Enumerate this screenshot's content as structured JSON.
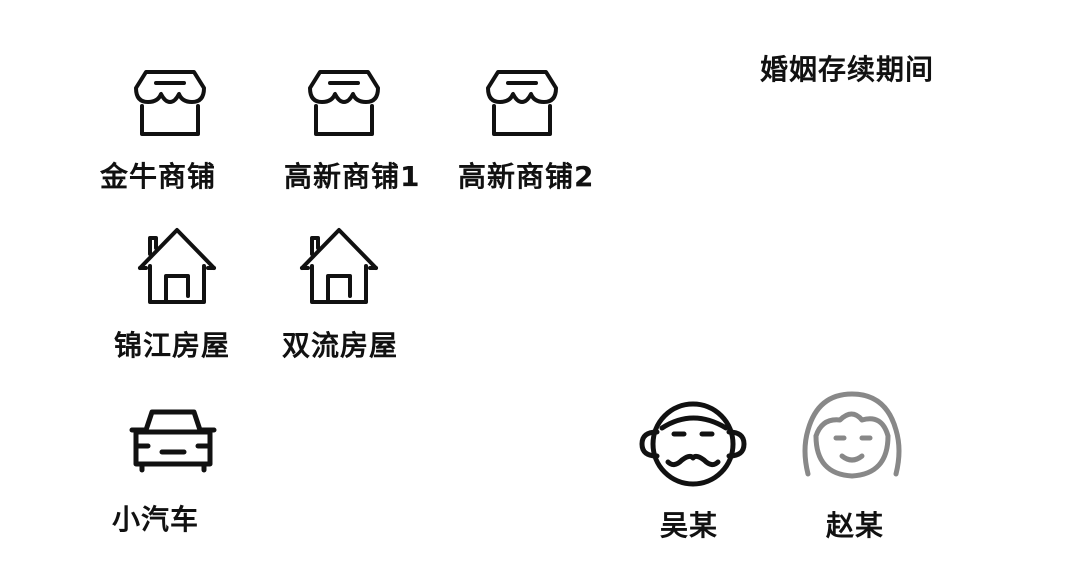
{
  "title": "婚姻存续期间",
  "assets": {
    "shops": [
      {
        "label": "金牛商铺",
        "icon": "shop-icon"
      },
      {
        "label": "高新商铺1",
        "icon": "shop-icon"
      },
      {
        "label": "高新商铺2",
        "icon": "shop-icon"
      }
    ],
    "houses": [
      {
        "label": "锦江房屋",
        "icon": "house-icon"
      },
      {
        "label": "双流房屋",
        "icon": "house-icon"
      }
    ],
    "car": {
      "label": "小汽车",
      "icon": "car-icon"
    }
  },
  "people": [
    {
      "label": "吴某",
      "icon": "man-face-icon",
      "color": "#111111"
    },
    {
      "label": "赵某",
      "icon": "woman-face-icon",
      "color": "#888888"
    }
  ]
}
